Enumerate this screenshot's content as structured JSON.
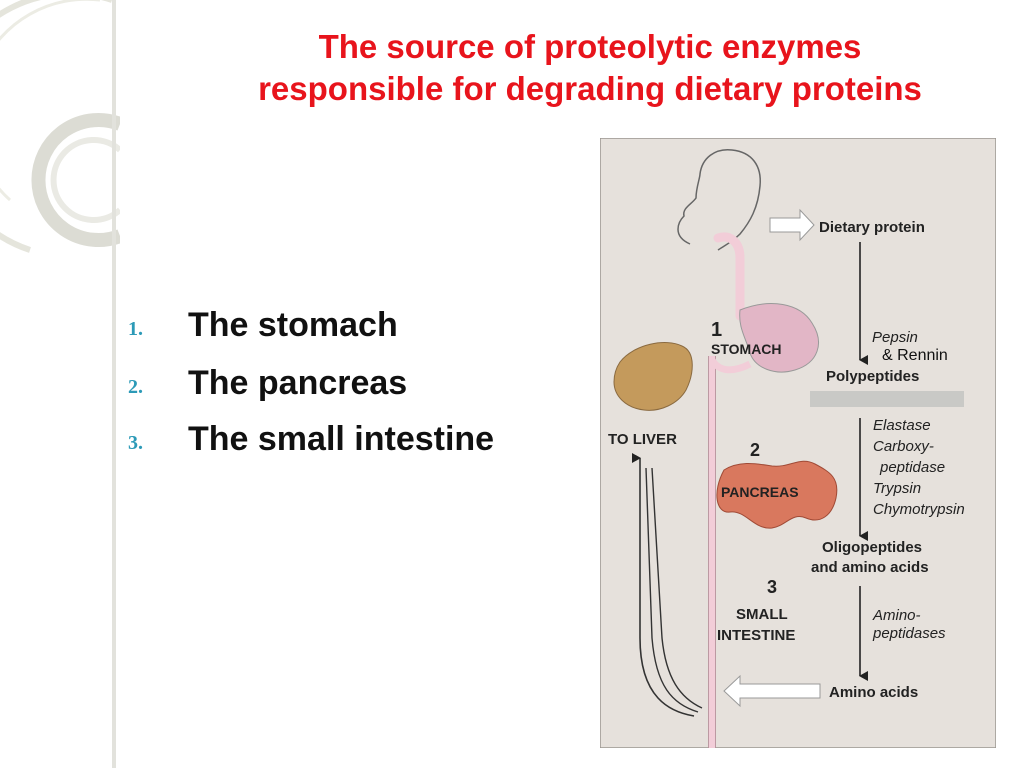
{
  "slide": {
    "title_line1": "The source of proteolytic enzymes",
    "title_line2": "responsible for degrading dietary proteins",
    "list": [
      {
        "num": "1.",
        "text": "The stomach"
      },
      {
        "num": "2.",
        "text": "The pancreas"
      },
      {
        "num": "3.",
        "text": "The small intestine"
      }
    ]
  },
  "diagram": {
    "dietary_protein": "Dietary protein",
    "stomach": "STOMACH",
    "stomach_num": "1",
    "pepsin": "Pepsin",
    "rennin": "& Rennin",
    "polypeptides": "Polypeptides",
    "to_liver": "TO LIVER",
    "pancreas_num": "2",
    "pancreas": "PANCREAS",
    "pancreas_enzymes": [
      "Elastase",
      "Carboxy-",
      "peptidase",
      "Trypsin",
      "Chymotrypsin"
    ],
    "oligo_line1": "Oligopeptides",
    "oligo_line2": "and amino acids",
    "si_num": "3",
    "small": "SMALL",
    "intestine": "INTESTINE",
    "amino_line1": "Amino-",
    "amino_line2": "peptidases",
    "amino_acids": "Amino acids"
  },
  "colors": {
    "title": "#e8141c",
    "bullet_number": "#2c9ab7",
    "figure_background": "#e6e1dc",
    "tract": "#f2cdd8",
    "liver": "#c49a5c",
    "pancreas": "#d9785e"
  }
}
